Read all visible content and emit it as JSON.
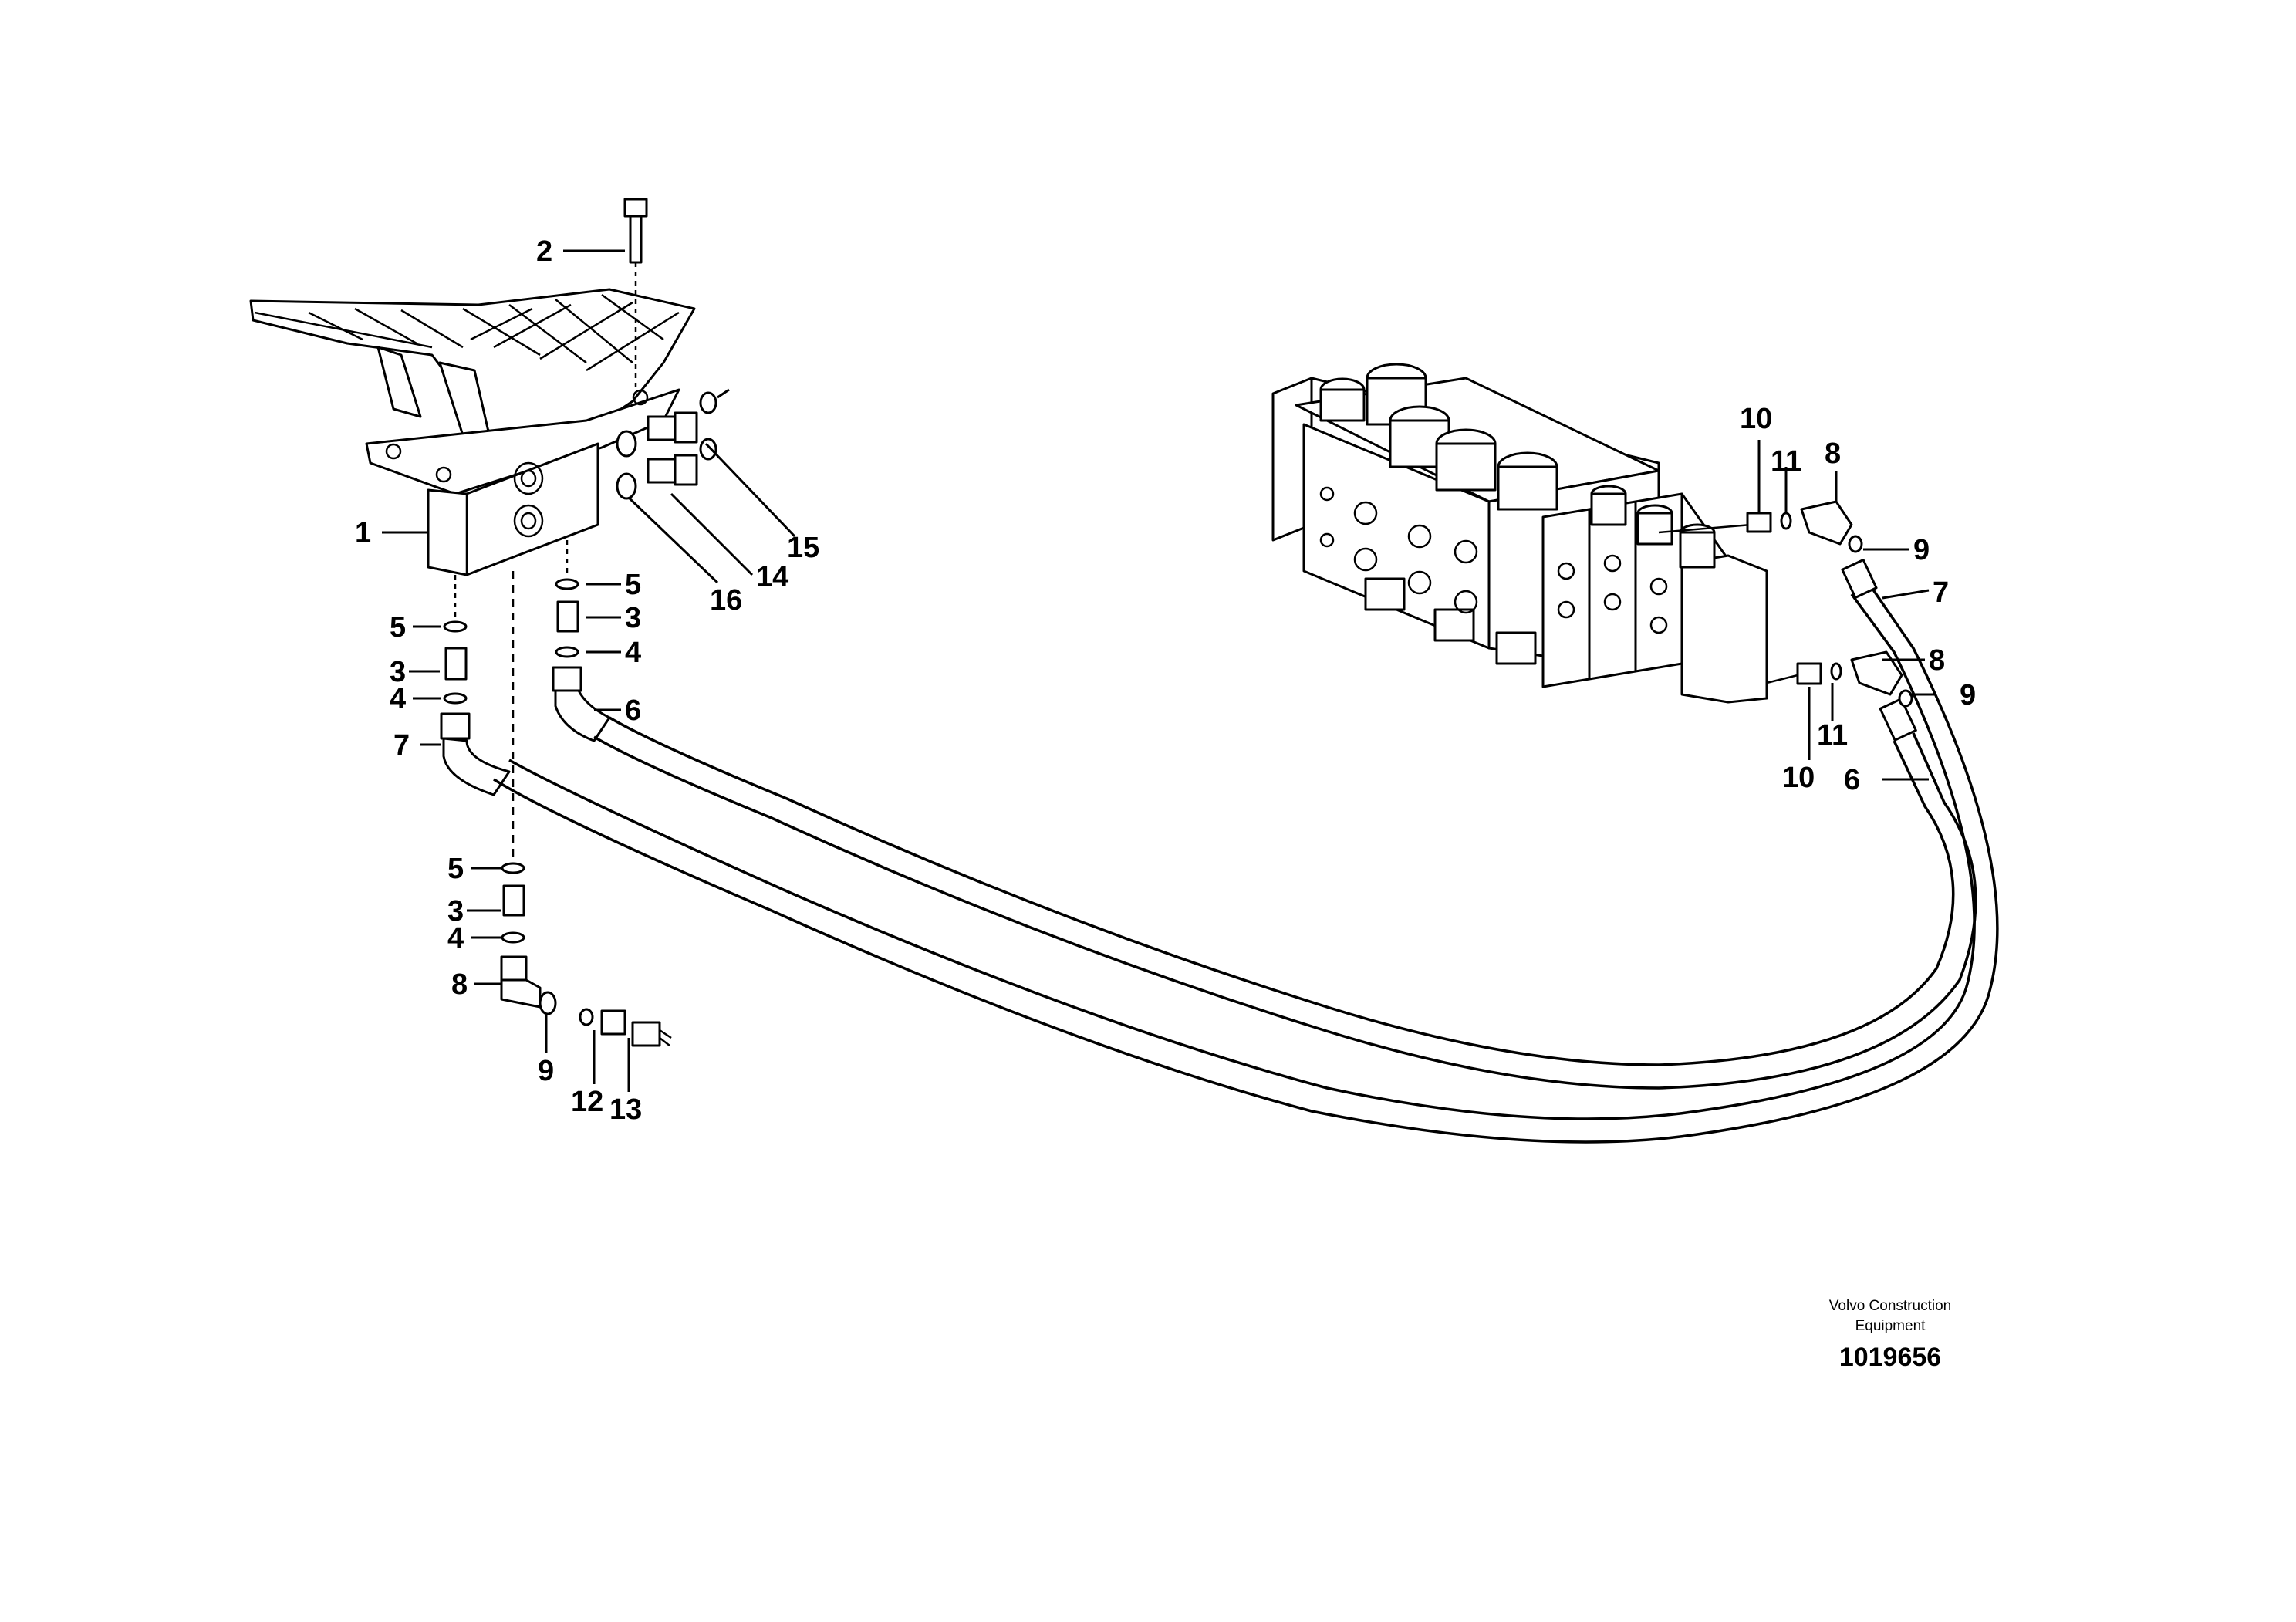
{
  "figure": {
    "callouts": {
      "c1": "1",
      "c2": "2",
      "c3a": "3",
      "c3b": "3",
      "c3c": "3",
      "c4a": "4",
      "c4b": "4",
      "c4c": "4",
      "c5a": "5",
      "c5b": "5",
      "c5c": "5",
      "c6a": "6",
      "c6b": "6",
      "c7a": "7",
      "c7b": "7",
      "c8a": "8",
      "c8b": "8",
      "c8c": "8",
      "c9a": "9",
      "c9b": "9",
      "c9c": "9",
      "c10a": "10",
      "c10b": "10",
      "c11a": "11",
      "c11b": "11",
      "c12": "12",
      "c13": "13",
      "c14": "14",
      "c15": "15",
      "c16": "16"
    },
    "footer": {
      "brand_line1": "Volvo Construction",
      "brand_line2": "Equipment",
      "document_number": "1019656"
    }
  }
}
